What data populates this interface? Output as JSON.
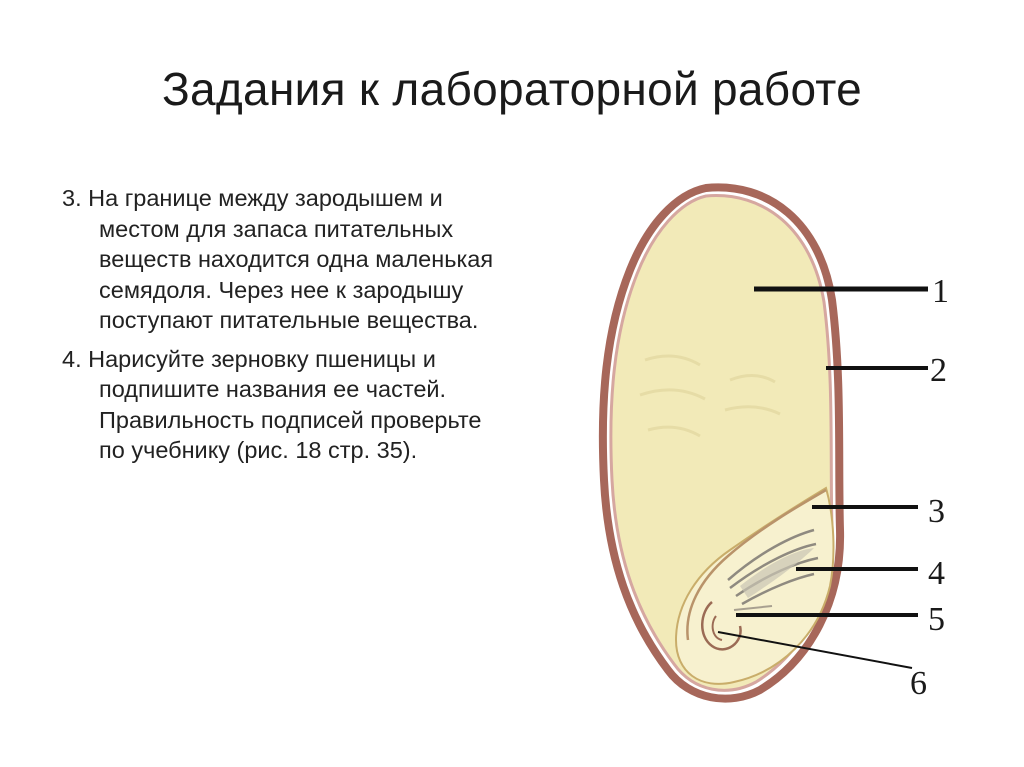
{
  "title": "Задания к лабораторной работе",
  "tasks": [
    {
      "text": "3. На границе между зародышем и местом для запаса питательных веществ находится одна маленькая семядоля. Через нее к зародышу поступают питательные вещества."
    },
    {
      "text": "4. Нарисуйте зерновку пшеницы и подпишите названия ее частей. Правильность подписей проверьте по учебнику (рис. 18 стр. 35)."
    }
  ],
  "diagram": {
    "labels": [
      "1",
      "2",
      "3",
      "4",
      "5",
      "6"
    ],
    "colors": {
      "endosperm": "#f2eab8",
      "coat": "#a7675a",
      "coat_inner": "#d6a7a0",
      "embryo": "#f6f0c8",
      "lines": "#111111"
    }
  }
}
